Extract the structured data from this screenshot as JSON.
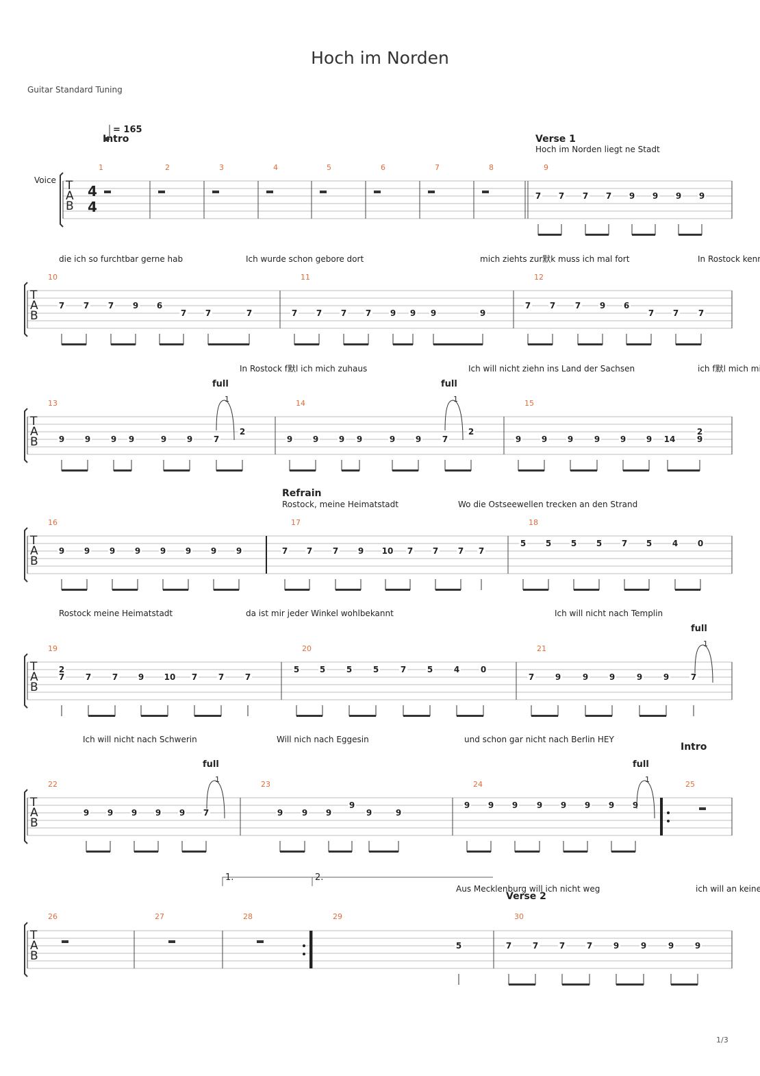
{
  "song": {
    "title": "Hoch im Norden",
    "tuning": "Guitar Standard Tuning",
    "tempo": "= 165",
    "instrument": "Voice",
    "time_signature": "4/4",
    "page": "1/3"
  },
  "colors": {
    "measure_number": "#e06d3b",
    "staff_line": "#bdbdbd",
    "text": "#222222"
  },
  "tab_clef": [
    "T",
    "A",
    "B"
  ],
  "bend_label": "full",
  "bend_amount": "1",
  "systems": [
    {
      "sections": [
        "Intro",
        "Verse 1"
      ],
      "lyrics": [
        "Hoch im Norden liegt ne Stadt"
      ],
      "measures": [
        {
          "n": "1",
          "notes": []
        },
        {
          "n": "2",
          "notes": []
        },
        {
          "n": "3",
          "notes": []
        },
        {
          "n": "4",
          "notes": []
        },
        {
          "n": "5",
          "notes": []
        },
        {
          "n": "6",
          "notes": []
        },
        {
          "n": "7",
          "notes": []
        },
        {
          "n": "8",
          "notes": []
        },
        {
          "n": "9",
          "notes": [
            "7",
            "7",
            "7",
            "7",
            "9",
            "9",
            "9",
            "9"
          ]
        }
      ]
    },
    {
      "sections": [],
      "lyrics": [
        "die ich so furchtbar gerne hab",
        "Ich wurde schon gebore dort",
        "mich ziehts zur默k muss ich mal fort",
        "In Rostock kenn"
      ],
      "measures": [
        {
          "n": "10",
          "notes": [
            "7",
            "7",
            "7",
            "9",
            "6",
            "7",
            "7",
            "7"
          ]
        },
        {
          "n": "11",
          "notes": [
            "7",
            "7",
            "7",
            "7",
            "9",
            "9",
            "9",
            "9"
          ]
        },
        {
          "n": "12",
          "notes": [
            "7",
            "7",
            "7",
            "9",
            "6",
            "7",
            "7",
            "7"
          ]
        }
      ]
    },
    {
      "sections": [],
      "lyrics": [
        "In Rostock f默l ich mich zuhaus",
        "Ich will nicht ziehn ins Land der Sachsen",
        "ich f默l mich mit"
      ],
      "measures": [
        {
          "n": "13",
          "notes": [
            "9",
            "9",
            "9",
            "9",
            "9",
            "9",
            "7",
            "2"
          ]
        },
        {
          "n": "14",
          "notes": [
            "9",
            "9",
            "9",
            "9",
            "9",
            "9",
            "7",
            "2"
          ]
        },
        {
          "n": "15",
          "notes": [
            "9",
            "9",
            "9",
            "9",
            "9",
            "9",
            "14",
            "2",
            "9"
          ]
        }
      ]
    },
    {
      "sections": [
        "Refrain"
      ],
      "lyrics": [
        "Rostock, meine Heimatstadt",
        "Wo die Ostseewellen trecken an den Strand"
      ],
      "measures": [
        {
          "n": "16",
          "notes": [
            "9",
            "9",
            "9",
            "9",
            "9",
            "9",
            "9",
            "9"
          ]
        },
        {
          "n": "17",
          "notes": [
            "7",
            "7",
            "7",
            "9",
            "10",
            "7",
            "7",
            "7",
            "7"
          ]
        },
        {
          "n": "18",
          "notes": [
            "5",
            "5",
            "5",
            "5",
            "7",
            "5",
            "4",
            "0"
          ]
        }
      ]
    },
    {
      "sections": [],
      "lyrics": [
        "Rostock meine Heimatstadt",
        "da ist mir jeder Winkel wohlbekannt",
        "Ich will nicht nach Templin"
      ],
      "measures": [
        {
          "n": "19",
          "notes": [
            "2",
            "7",
            "7",
            "7",
            "9",
            "10",
            "7",
            "7",
            "7"
          ]
        },
        {
          "n": "20",
          "notes": [
            "5",
            "5",
            "5",
            "5",
            "7",
            "5",
            "4",
            "0"
          ]
        },
        {
          "n": "21",
          "notes": [
            "7",
            "9",
            "9",
            "9",
            "9",
            "9",
            "7"
          ]
        }
      ]
    },
    {
      "sections": [
        "Intro"
      ],
      "lyrics": [
        "Ich will nicht nach Schwerin",
        "Will nich nach Eggesin",
        "und schon gar nicht nach Berlin HEY"
      ],
      "measures": [
        {
          "n": "22",
          "notes": [
            "9",
            "9",
            "9",
            "9",
            "9",
            "7"
          ]
        },
        {
          "n": "23",
          "notes": [
            "9",
            "9",
            "9",
            "9",
            "9",
            "9"
          ]
        },
        {
          "n": "24",
          "notes": [
            "9",
            "9",
            "9",
            "9",
            "9",
            "9",
            "9",
            "9"
          ]
        },
        {
          "n": "25",
          "notes": []
        }
      ]
    },
    {
      "sections": [
        "Verse 2"
      ],
      "lyrics": [
        "Aus Mecklenburg will ich nicht weg",
        "ich will an keiner"
      ],
      "endings": [
        "1.",
        "2."
      ],
      "measures": [
        {
          "n": "26",
          "notes": []
        },
        {
          "n": "27",
          "notes": []
        },
        {
          "n": "28",
          "notes": []
        },
        {
          "n": "29",
          "notes": [
            "5"
          ]
        },
        {
          "n": "30",
          "notes": [
            "7",
            "7",
            "7",
            "7",
            "9",
            "9",
            "9",
            "9"
          ]
        }
      ]
    }
  ]
}
